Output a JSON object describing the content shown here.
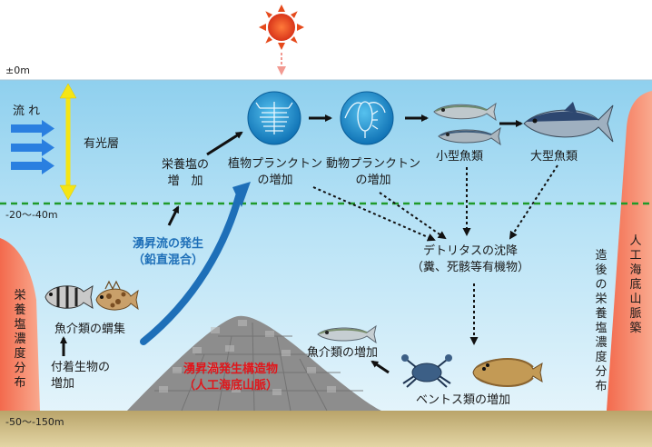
{
  "depths": {
    "surface": "±0m",
    "mid": "-20～-40m",
    "bottom": "-50～-150m"
  },
  "labels": {
    "current": "流 れ",
    "photic_layer": "有光層",
    "nutrient_increase_1": "栄養塩の",
    "nutrient_increase_2": "増　加",
    "phyto_1": "植物プランクトン",
    "phyto_2": "の増加",
    "zoo_1": "動物プランクトン",
    "zoo_2": "の増加",
    "small_fish": "小型魚類",
    "large_fish": "大型魚類",
    "upwelling_1": "湧昇流の発生",
    "upwelling_2": "（鉛直混合）",
    "detritus_1": "デトリタスの沈降",
    "detritus_2": "（糞、死骸等有機物）",
    "fish_gathering": "魚介類の蝟集",
    "attached_1": "付着生物の",
    "attached_2": "増加",
    "structure_1": "湧昇渦発生構造物",
    "structure_2": "（人工海底山脈）",
    "fish_increase": "魚介類の増加",
    "benthos_increase": "ベントス類の増加",
    "left_profile": "栄養塩濃度分布",
    "right_profile": "人工海底山脈築造後の栄養塩濃度分布"
  },
  "icons": [
    "sun-icon",
    "phytoplankton-icon",
    "zooplankton-icon",
    "small-fish-icon",
    "large-fish-icon",
    "rockfish-icon",
    "scorpionfish-icon",
    "crab-icon",
    "flatfish-icon",
    "current-arrow-icon"
  ],
  "colors": {
    "water_top": "#8fd0ee",
    "water_bottom": "#e2f3fb",
    "seabed": "#d4c28a",
    "profile": "#f47a5e",
    "dashed_line": "#1f9a2a",
    "yellow_arrow": "#f5e514",
    "blue_arrow": "#1e6fb8",
    "current_arrow": "#2a7fe0",
    "sun": "#e8451b"
  }
}
